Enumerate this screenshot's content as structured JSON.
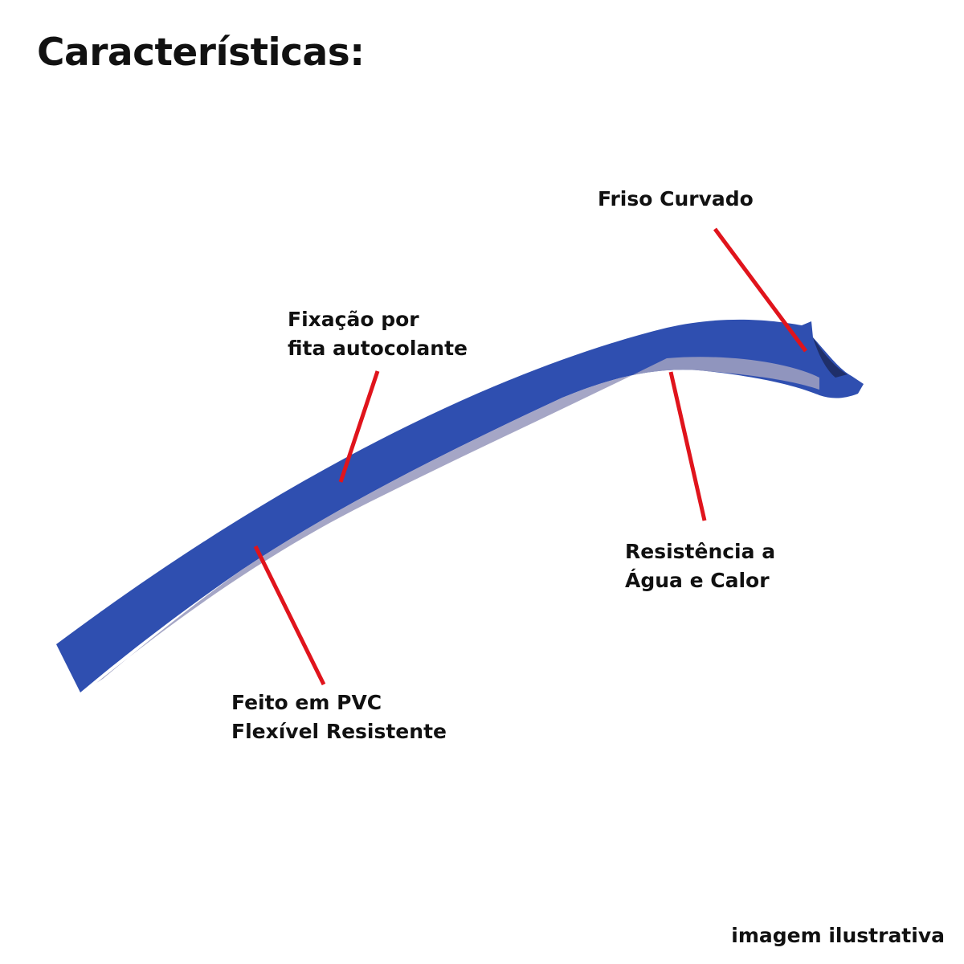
{
  "title": "Características:",
  "labels": {
    "friso": "Friso Curvado",
    "fixacao_1": "Fixação por",
    "fixacao_2": "fita autocolante",
    "resistencia_1": "Resistência a",
    "resistencia_2": "Água e Calor",
    "pvc_1": "Feito em PVC",
    "pvc_2": "Flexível Resistente"
  },
  "footer": "imagem ilustrativa",
  "colors": {
    "strip": "#2f4fb0",
    "band": "#9b9cc0",
    "pointer": "#e0141c"
  }
}
